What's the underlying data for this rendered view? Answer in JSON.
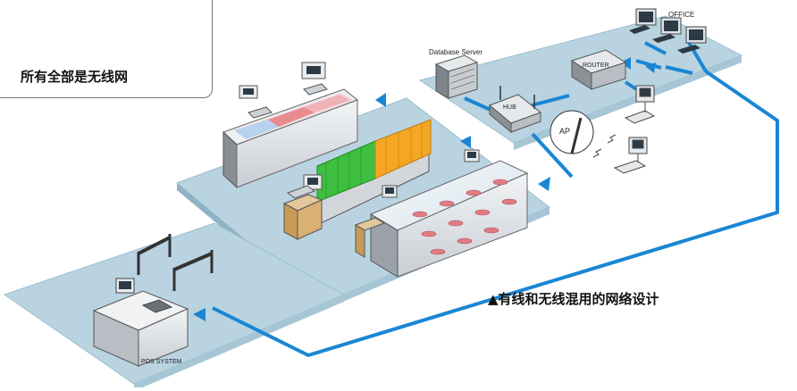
{
  "inset": {
    "caption": "所有全部是无线网"
  },
  "labels": {
    "office": "OFFICE",
    "router": "ROUTER",
    "database_server": "Database Server",
    "hub": "HUB",
    "ap": "AP",
    "pos_system": "POS SYSTEM"
  },
  "caption": "▲有线和无线混用的网络设计",
  "colors": {
    "floor": "#b9d3e0",
    "floor_edge": "#8fb2c4",
    "cable": "#1a86d4",
    "green_product": "#3fbf3f",
    "orange_product": "#f5a623"
  }
}
